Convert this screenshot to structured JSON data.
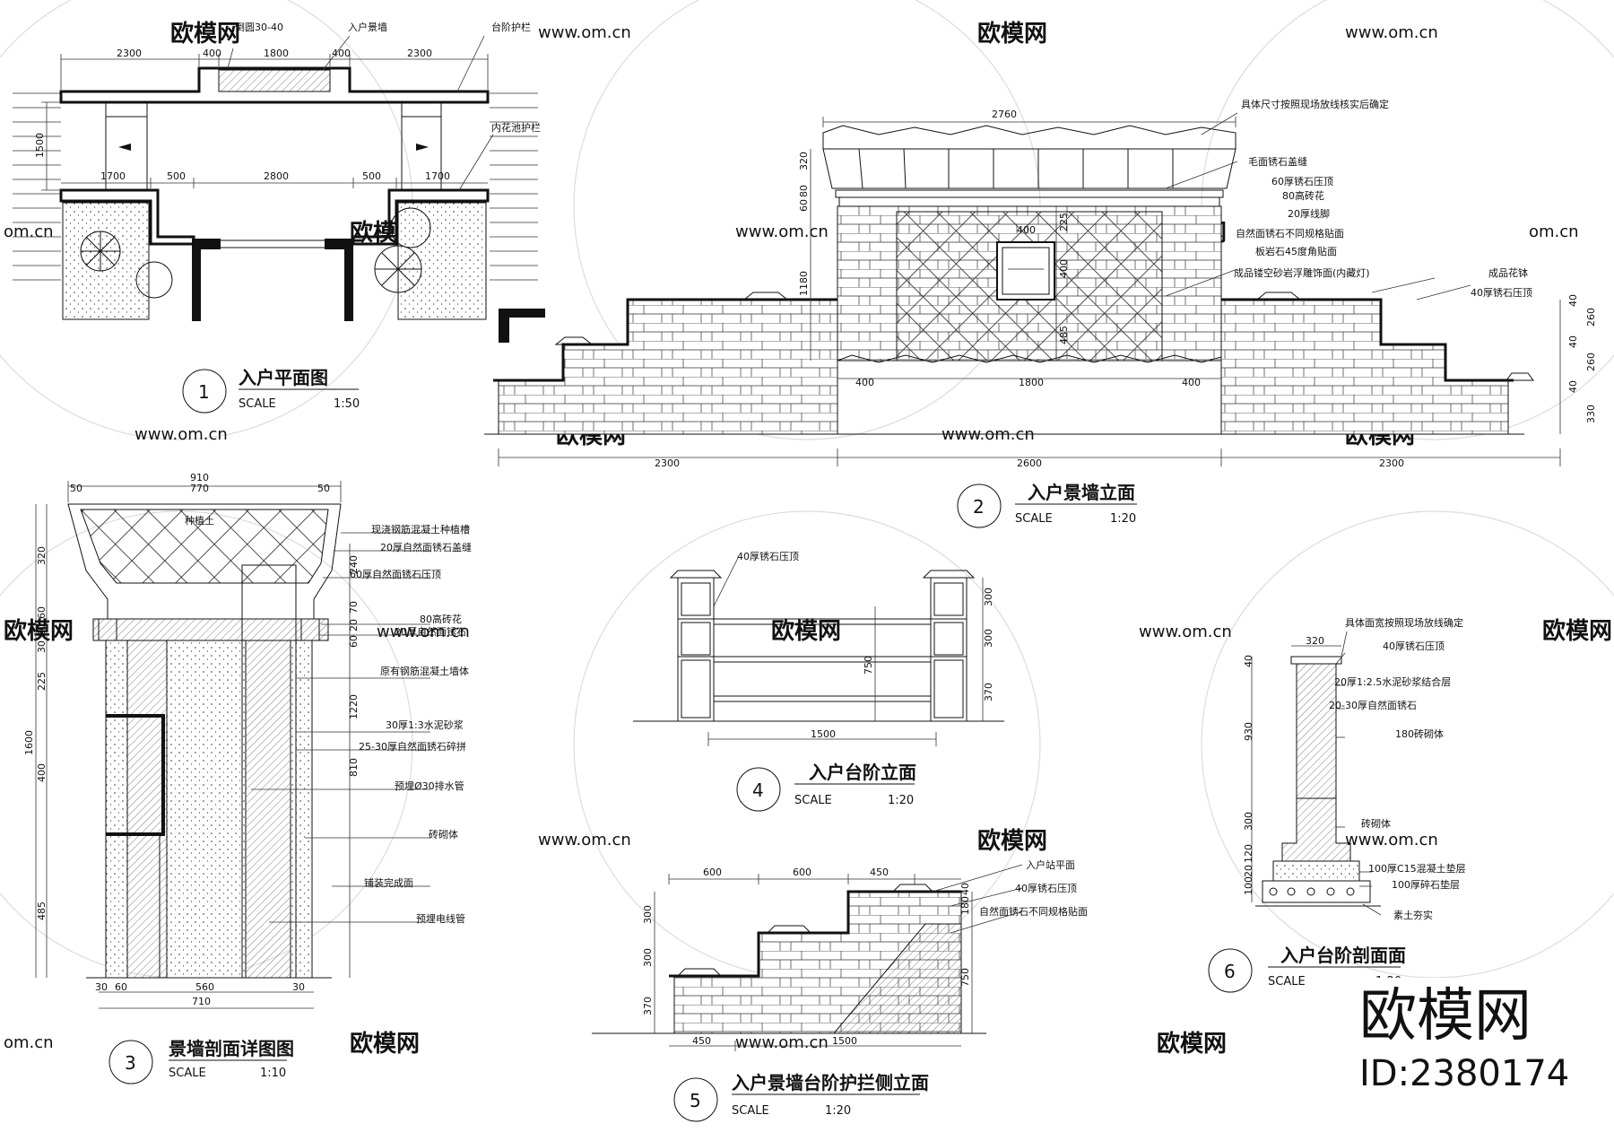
{
  "watermark": {
    "brand": "欧模网",
    "url": "www.om.cn",
    "url_cut": "om.cn"
  },
  "brand_stamp": {
    "name": "欧模网",
    "id": "ID:2380174"
  },
  "scale_word": "SCALE",
  "drawings": [
    {
      "num": "1",
      "title": "入户平面图",
      "scale": "1:50",
      "labels": [
        "倒圆30-40",
        "入户景墙",
        "台阶护栏",
        "内花池护栏"
      ],
      "dims": [
        "2300",
        "400",
        "1800",
        "400",
        "2300",
        "1500",
        "1700",
        "500",
        "2800",
        "500",
        "1700"
      ]
    },
    {
      "num": "2",
      "title": "入户景墙立面",
      "scale": "1:20",
      "labels": [
        "具体尺寸按照现场放线核实后确定",
        "毛面锈石盖缝",
        "60厚锈石压顶",
        "80高砖花",
        "20厚线脚",
        "自然面锈石不同规格贴面",
        "板岩石45度角贴面",
        "成品镂空砂岩浮雕饰面(内藏灯)",
        "成品花钵",
        "40厚锈石压顶"
      ],
      "dims": [
        "2760",
        "320",
        "80",
        "60",
        "225",
        "400",
        "400",
        "485",
        "1180",
        "400",
        "1800",
        "400",
        "2300",
        "2600",
        "2300",
        "40",
        "260",
        "40",
        "260",
        "40",
        "330"
      ]
    },
    {
      "num": "3",
      "title": "景墙剖面详图图",
      "scale": "1:10",
      "labels": [
        "种植土",
        "现浇钢筋混凝土种植槽",
        "20厚自然面锈石盖缝",
        "60厚自然面锈石压顶",
        "80高砖花",
        "20厚自然面锈石",
        "原有钢筋混凝土墙体",
        "30厚1:3水泥砂浆",
        "25-30厚自然面锈石碎拼",
        "预埋Ø30排水管",
        "砖砌体",
        "铺装完成面",
        "预埋电线管"
      ],
      "dims": [
        "910",
        "50",
        "770",
        "50",
        "320",
        "60",
        "20",
        "30",
        "225",
        "400",
        "485",
        "1600",
        "240",
        "70",
        "20",
        "60",
        "1220",
        "810",
        "30",
        "60",
        "560",
        "30",
        "710"
      ]
    },
    {
      "num": "4",
      "title": "入户台阶立面",
      "scale": "1:20",
      "labels": [
        "40厚锈石压顶"
      ],
      "dims": [
        "300",
        "300",
        "370",
        "750",
        "1500"
      ]
    },
    {
      "num": "5",
      "title": "入户景墙台阶护拦侧立面",
      "scale": "1:20",
      "labels": [
        "入户站平面",
        "40厚锈石压顶",
        "自然面锈石不同规格贴面"
      ],
      "dims": [
        "600",
        "600",
        "450",
        "300",
        "300",
        "370",
        "180",
        "40",
        "750",
        "450",
        "1500"
      ]
    },
    {
      "num": "6",
      "title": "入户台阶剖面面",
      "scale": "1:20",
      "labels": [
        "具体面宽按照现场放线确定",
        "40厚锈石压顶",
        "20厚1:2.5水泥砂浆结合层",
        "20-30厚自然面锈石",
        "180砖砌体",
        "砖砌体",
        "100厚C15混凝土垫层",
        "100厚碎石垫层",
        "素土夯实"
      ],
      "dims": [
        "320",
        "40",
        "930",
        "300",
        "120",
        "20",
        "100"
      ]
    }
  ]
}
